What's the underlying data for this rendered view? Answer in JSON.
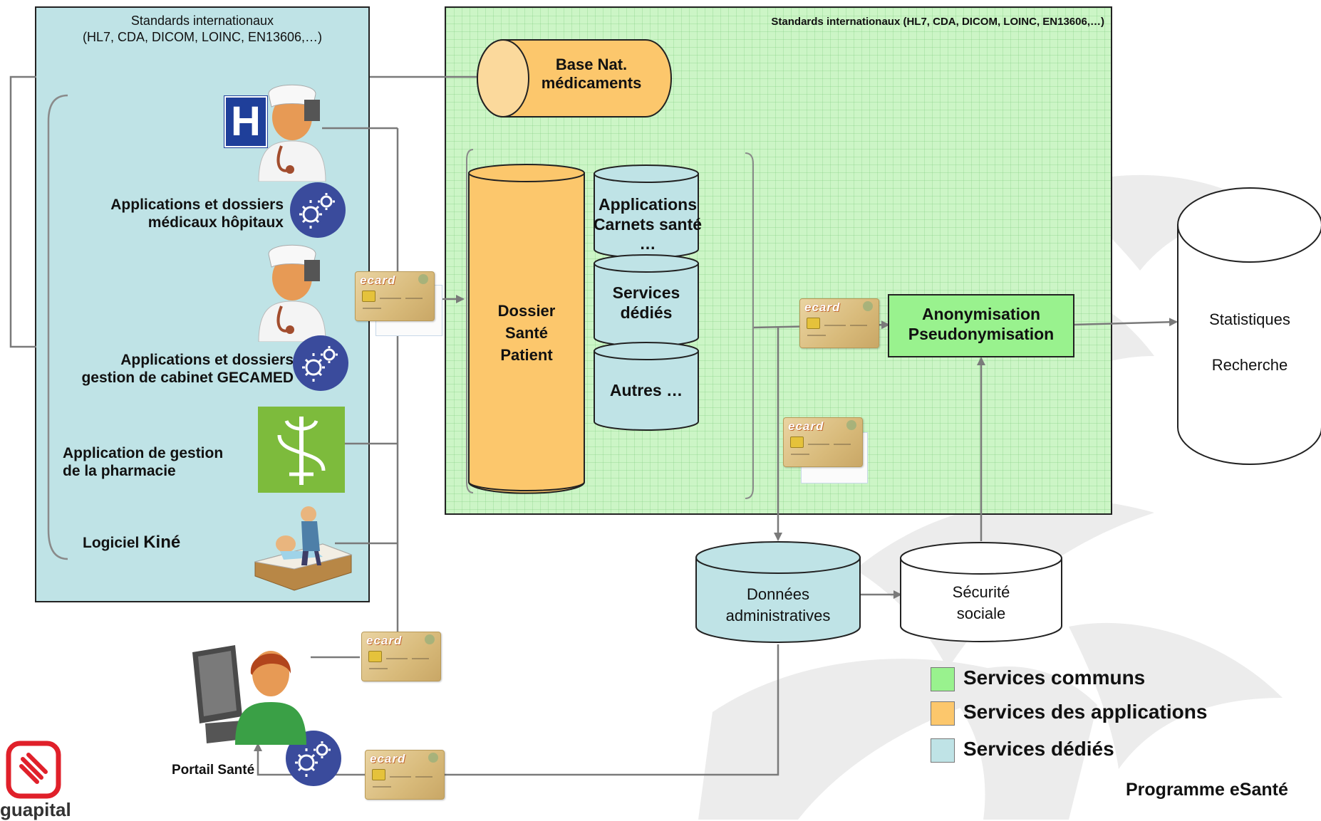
{
  "left_panel": {
    "title_line1": "Standards internationaux",
    "title_line2": "(HL7, CDA, DICOM, LOINC, EN13606,…)"
  },
  "center_panel": {
    "title": "Standards internationaux (HL7, CDA, DICOM, LOINC, EN13606,…)"
  },
  "apps": {
    "hospital_line1": "Applications et dossiers",
    "hospital_line2": "médicaux hôpitaux",
    "hospital_sign": "H",
    "gecamed_line1": "Applications et  dossiers",
    "gecamed_line2": "gestion de cabinet GECAMED",
    "pharmacy_line1": "Application de gestion",
    "pharmacy_line2": "de la  pharmacie",
    "kine_prefix": "Logiciel ",
    "kine_word": "Kiné",
    "portal": "Portail Santé"
  },
  "databases": {
    "base_nat_line1": "Base Nat.",
    "base_nat_line2": "médicaments",
    "dossier_line1": "Dossier",
    "dossier_line2": "Santé",
    "dossier_line3": "Patient",
    "applications_line1": "Applications",
    "applications_line2": "Carnets santé …",
    "services_line1": "Services",
    "services_line2": "dédiés",
    "autres": "Autres …",
    "donnees_line1": "Données",
    "donnees_line2": "administratives",
    "securite_line1": "Sécurité",
    "securite_line2": "sociale",
    "statistiques": "Statistiques",
    "recherche": "Recherche"
  },
  "anonymisation": {
    "line1": "Anonymisation",
    "line2": "Pseudonymisation"
  },
  "ecard": {
    "label": "ecard"
  },
  "legend": {
    "items": [
      {
        "label": "Services communs",
        "color": "#99f28e"
      },
      {
        "label": "Services des applications",
        "color": "#fcc76c"
      },
      {
        "label": "Services dédiés",
        "color": "#bfe3e6"
      }
    ]
  },
  "footer": {
    "program": "Programme eSanté",
    "logo_text": "guapital"
  },
  "colors": {
    "left_panel_bg": "#bfe3e6",
    "center_panel_bg": "#ccf5c6",
    "orange": "#fcc76c",
    "teal": "#bfe3e6",
    "green_box": "#99f28e",
    "gear": "#3a4b9c",
    "pharmacy_green": "#7dbb3c",
    "logo_red": "#e0202a"
  }
}
